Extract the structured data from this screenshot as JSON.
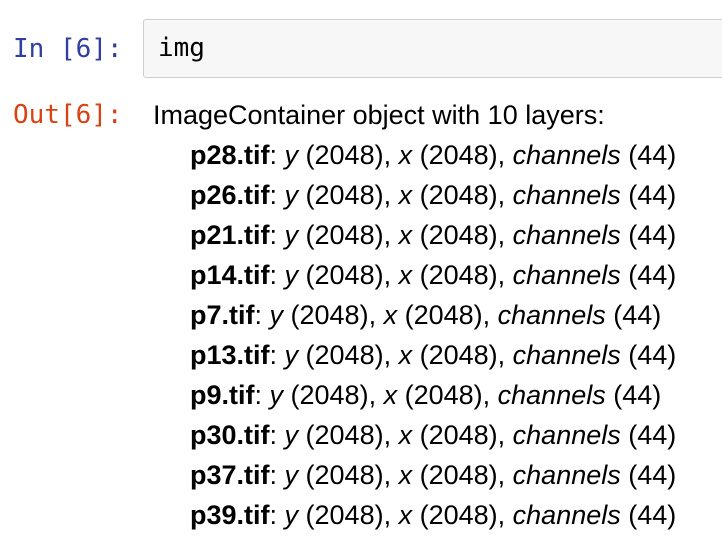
{
  "input_cell": {
    "prompt": "In [6]:",
    "code": "img"
  },
  "output_cell": {
    "prompt": "Out[6]:",
    "header": "ImageContainer object with 10 layers:",
    "layers": [
      {
        "name": "p28.tif",
        "dims": [
          {
            "label": "y",
            "size": "2048"
          },
          {
            "label": "x",
            "size": "2048"
          },
          {
            "label": "channels",
            "size": "44"
          }
        ]
      },
      {
        "name": "p26.tif",
        "dims": [
          {
            "label": "y",
            "size": "2048"
          },
          {
            "label": "x",
            "size": "2048"
          },
          {
            "label": "channels",
            "size": "44"
          }
        ]
      },
      {
        "name": "p21.tif",
        "dims": [
          {
            "label": "y",
            "size": "2048"
          },
          {
            "label": "x",
            "size": "2048"
          },
          {
            "label": "channels",
            "size": "44"
          }
        ]
      },
      {
        "name": "p14.tif",
        "dims": [
          {
            "label": "y",
            "size": "2048"
          },
          {
            "label": "x",
            "size": "2048"
          },
          {
            "label": "channels",
            "size": "44"
          }
        ]
      },
      {
        "name": "p7.tif",
        "dims": [
          {
            "label": "y",
            "size": "2048"
          },
          {
            "label": "x",
            "size": "2048"
          },
          {
            "label": "channels",
            "size": "44"
          }
        ]
      },
      {
        "name": "p13.tif",
        "dims": [
          {
            "label": "y",
            "size": "2048"
          },
          {
            "label": "x",
            "size": "2048"
          },
          {
            "label": "channels",
            "size": "44"
          }
        ]
      },
      {
        "name": "p9.tif",
        "dims": [
          {
            "label": "y",
            "size": "2048"
          },
          {
            "label": "x",
            "size": "2048"
          },
          {
            "label": "channels",
            "size": "44"
          }
        ]
      },
      {
        "name": "p30.tif",
        "dims": [
          {
            "label": "y",
            "size": "2048"
          },
          {
            "label": "x",
            "size": "2048"
          },
          {
            "label": "channels",
            "size": "44"
          }
        ]
      },
      {
        "name": "p37.tif",
        "dims": [
          {
            "label": "y",
            "size": "2048"
          },
          {
            "label": "x",
            "size": "2048"
          },
          {
            "label": "channels",
            "size": "44"
          }
        ]
      },
      {
        "name": "p39.tif",
        "dims": [
          {
            "label": "y",
            "size": "2048"
          },
          {
            "label": "x",
            "size": "2048"
          },
          {
            "label": "channels",
            "size": "44"
          }
        ]
      }
    ]
  },
  "colors": {
    "in_prompt": "#303F9F",
    "out_prompt": "#D84315",
    "input_bg": "#F7F7F7",
    "input_border": "#CFCFCF",
    "text": "#000000"
  }
}
